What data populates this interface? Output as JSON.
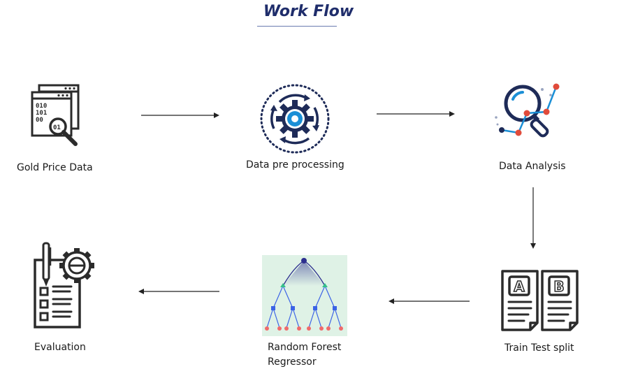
{
  "title": "Work Flow",
  "nodes": {
    "gold_price_data": {
      "label": "Gold Price Data",
      "icon": "binary-document-magnifier-icon",
      "binary": [
        "010",
        "101",
        "00",
        "01"
      ]
    },
    "data_pre_processing": {
      "label": "Data pre processing",
      "icon": "gear-cycle-icon"
    },
    "data_analysis": {
      "label": "Data Analysis",
      "icon": "magnifier-chart-icon"
    },
    "train_test_split": {
      "label": "Train Test split",
      "icon": "ab-documents-icon",
      "doc_a": "A",
      "doc_b": "B"
    },
    "random_forest_regressor": {
      "label_line1": "Random Forest",
      "label_line2": "Regressor",
      "icon": "decision-tree-icon"
    },
    "evaluation": {
      "label": "Evaluation",
      "icon": "clipboard-gear-icon"
    }
  },
  "colors": {
    "title": "#1f2d6b",
    "icon_dark": "#2b2b2b",
    "accent_blue": "#1b8fd6",
    "navy": "#1e2b58",
    "red_dot": "#e14b3b",
    "tree_bg": "#dff2e6",
    "tree_leaf": "#f06a6a",
    "tree_mid": "#3b63e6",
    "tree_top": "#2d2f8f",
    "tree_branch": "#35c08a"
  }
}
